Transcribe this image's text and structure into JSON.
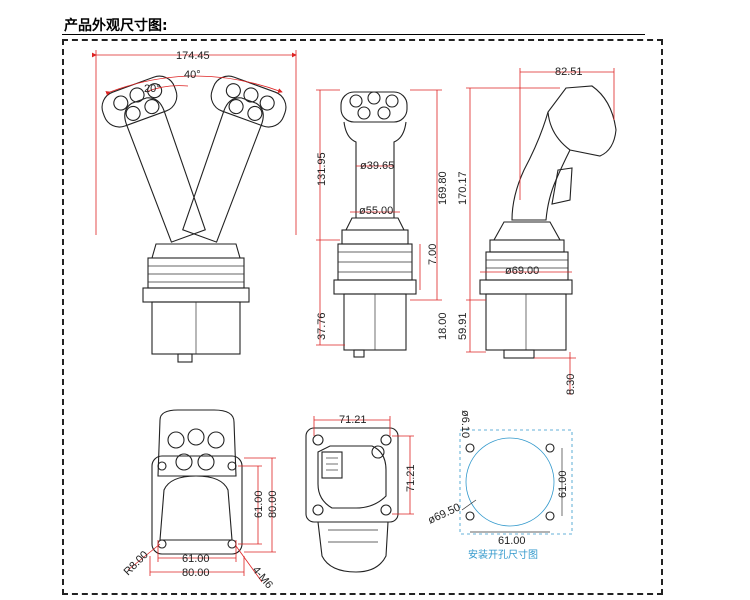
{
  "header": {
    "title": "产品外观尺寸图:"
  },
  "views": {
    "front_swing": {
      "width": "174.45",
      "angle_inner": "20°",
      "angle_outer": "40°"
    },
    "front": {
      "dia_grip": "ø39.65",
      "dia_boot": "ø55.00",
      "h_grip": "131.95",
      "h_total": "169.80",
      "h_flange": "7.00",
      "h_lower": "37.76",
      "h_base": "18.00"
    },
    "side": {
      "reach": "82.51",
      "height": "170.17",
      "dia_base": "ø69.00",
      "h_base": "59.91",
      "h_connector": "8.30"
    },
    "top": {
      "hole_x": "61.00",
      "width": "80.00",
      "hole_y": "61.00",
      "height": "80.00",
      "radius": "R8.00",
      "screws": "4-M6"
    },
    "bottom": {
      "width": "71.21",
      "height": "71.21"
    },
    "cutout": {
      "hole_dia": "ø6.10",
      "opening_dia": "ø69.50",
      "spacing_x": "61.00",
      "spacing_y": "61.00",
      "caption": "安装开孔尺寸图"
    }
  }
}
